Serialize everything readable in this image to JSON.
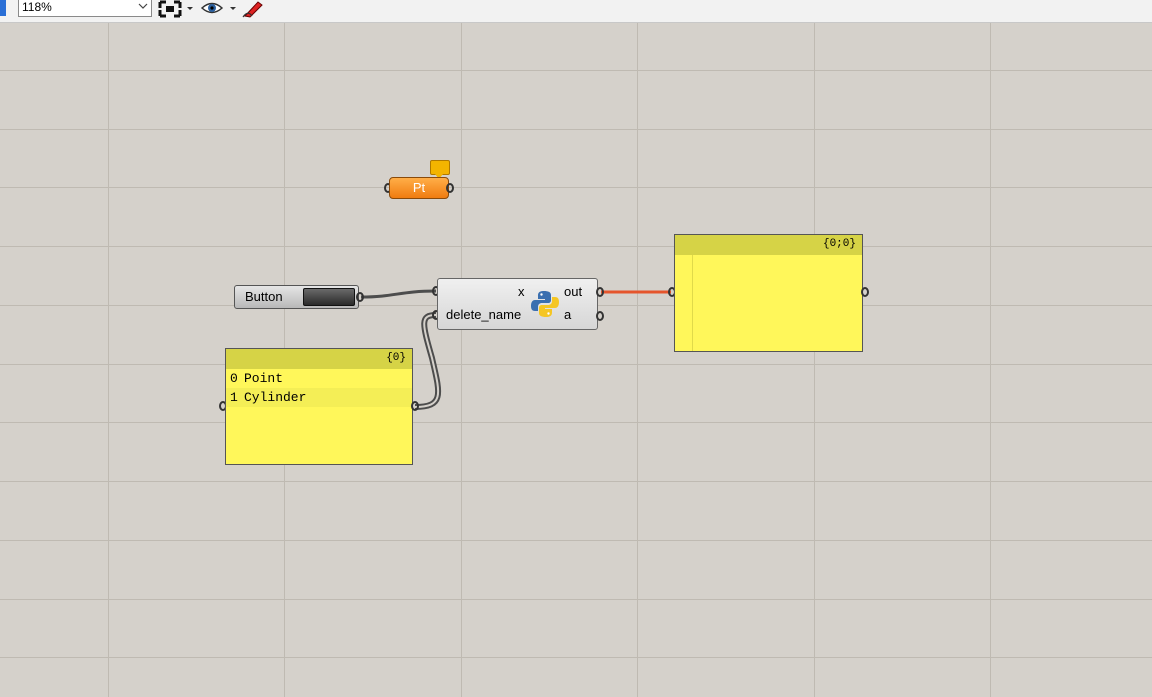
{
  "toolbar": {
    "zoom_value": "118%",
    "icons": [
      "zoom-extents-icon",
      "preview-eye-icon",
      "sketch-pen-icon"
    ]
  },
  "colors": {
    "canvas": "#d5d1cb",
    "panel_fill": "#fff75a",
    "panel_header": "#d6d346",
    "param_orange": "#f08a1c",
    "wire_selected": "#e5552c"
  },
  "canvas": {
    "point_param": {
      "label": "Pt"
    },
    "button_component": {
      "label": "Button"
    },
    "python_component": {
      "inputs": [
        "x",
        "delete_name"
      ],
      "outputs": [
        "out",
        "a"
      ],
      "icon": "python-logo-icon"
    },
    "input_panel": {
      "path": "{0}",
      "rows": [
        {
          "index": "0",
          "value": "Point"
        },
        {
          "index": "1",
          "value": "Cylinder"
        }
      ]
    },
    "output_panel": {
      "path": "{0;0}"
    }
  }
}
